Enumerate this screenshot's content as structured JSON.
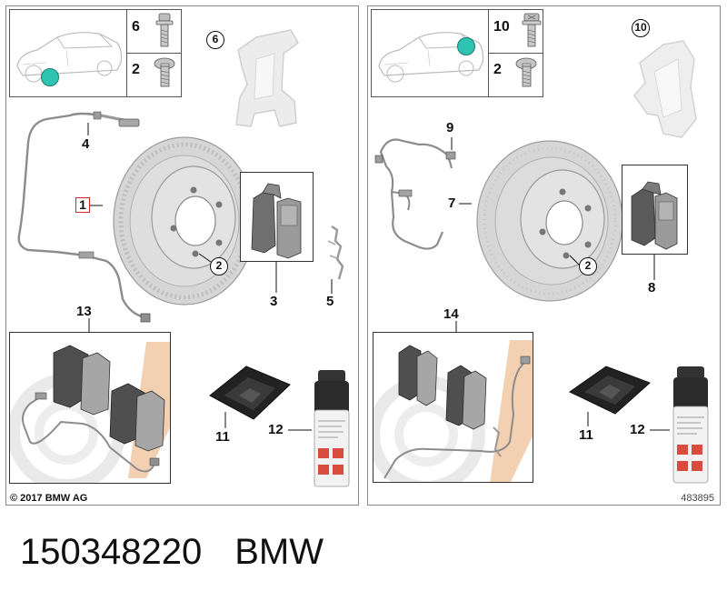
{
  "left": {
    "legend": {
      "rows": [
        {
          "qty": "6"
        },
        {
          "qty": "2"
        }
      ]
    },
    "labels": {
      "p6": "6",
      "p4": "4",
      "p1": "1",
      "p2": "2",
      "p3": "3",
      "p5": "5",
      "p13": "13",
      "p11": "11",
      "p12": "12"
    },
    "copyright": "© 2017 BMW AG"
  },
  "right": {
    "legend": {
      "rows": [
        {
          "qty": "10"
        },
        {
          "qty": "2"
        }
      ]
    },
    "labels": {
      "p10": "10",
      "p9": "9",
      "p7": "7",
      "p2": "2",
      "p8": "8",
      "p14": "14",
      "p11": "11",
      "p12": "12"
    },
    "diagram_id": "483895"
  },
  "footer": {
    "part_number": "150348220",
    "brand": "BMW"
  },
  "colors": {
    "marker": "#2fc4b2",
    "highlight": "#d62828",
    "disc": "#d6d6d6",
    "pad": "#6f6f6f",
    "kit_accent": "#f2c8a4"
  }
}
